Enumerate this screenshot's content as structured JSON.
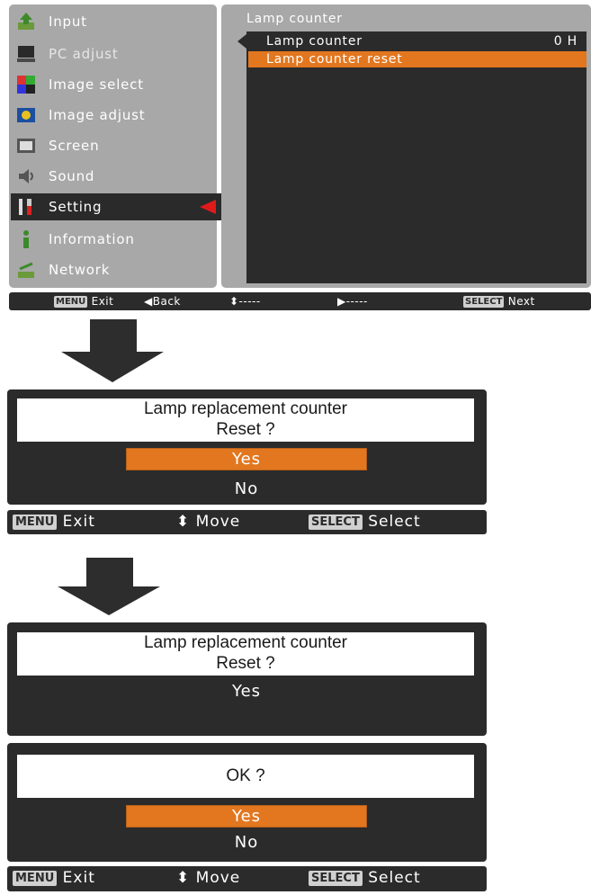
{
  "menu": {
    "items": [
      {
        "label": "Input",
        "icon": "input-icon",
        "enabled": true
      },
      {
        "label": "PC adjust",
        "icon": "pc-adjust-icon",
        "enabled": false
      },
      {
        "label": "Image select",
        "icon": "image-select-icon",
        "enabled": true
      },
      {
        "label": "Image adjust",
        "icon": "image-adjust-icon",
        "enabled": true
      },
      {
        "label": "Screen",
        "icon": "screen-icon",
        "enabled": true
      },
      {
        "label": "Sound",
        "icon": "sound-icon",
        "enabled": true
      },
      {
        "label": "Setting",
        "icon": "setting-icon",
        "enabled": true,
        "selected": true
      },
      {
        "label": "Information",
        "icon": "information-icon",
        "enabled": true
      },
      {
        "label": "Network",
        "icon": "network-icon",
        "enabled": true
      }
    ]
  },
  "submenu": {
    "title": "Lamp counter",
    "row1_label": "Lamp counter",
    "row1_value": "0 H",
    "row2_label": "Lamp counter reset"
  },
  "guide1": {
    "menu_key": "MENU",
    "exit": "Exit",
    "back": "◀Back",
    "move": "⬍-----",
    "right": "▶-----",
    "select_key": "SELECT",
    "next": "Next"
  },
  "dialog1": {
    "line1": "Lamp replacement counter",
    "line2": "Reset ?",
    "opt_yes": "Yes",
    "opt_no": "No"
  },
  "guide2": {
    "menu_key": "MENU",
    "exit": "Exit",
    "move": "⬍ Move",
    "select_key": "SELECT",
    "select": "Select"
  },
  "dialog2": {
    "line1": "Lamp replacement counter",
    "line2": "Reset ?",
    "line3": "Yes"
  },
  "dialog3": {
    "prompt": "OK ?",
    "opt_yes": "Yes",
    "opt_no": "No"
  },
  "guide3": {
    "menu_key": "MENU",
    "exit": "Exit",
    "move": "⬍ Move",
    "select_key": "SELECT",
    "select": "Select"
  },
  "colors": {
    "panel_gray": "#a8a8a8",
    "dark": "#2b2b2b",
    "highlight_orange": "#e2771f",
    "selector_red": "#e01a1a"
  }
}
